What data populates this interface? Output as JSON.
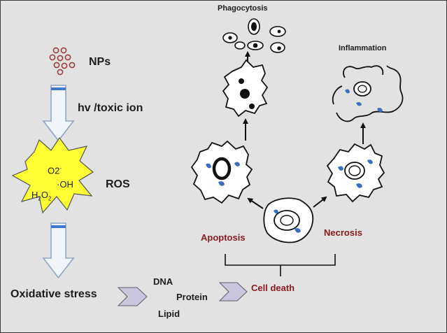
{
  "labels": {
    "nps": "NPs",
    "hv": "hv /toxic ion",
    "ros": "ROS",
    "o2": "O2",
    "o2_sup": "-",
    "oh": "·OH",
    "h2o2_h": "H",
    "h2o2_2a": "2",
    "h2o2_o": "O",
    "h2o2_2b": "2",
    "oxidative_stress": "Oxidative stress",
    "dna": "DNA",
    "protein": "Protein",
    "lipid": "Lipid",
    "cell_death": "Cell death",
    "apoptosis": "Apoptosis",
    "necrosis": "Necrosis",
    "phagocytosis": "Phagocytosis",
    "inflammation": "Inflammation"
  },
  "colors": {
    "background": "#e2e2e2",
    "dark_red": "#8b1a1a",
    "ros_burst": "#ffff33",
    "nucleus_blue": "#3a6fc0",
    "arrow_outline": "#8fa6c2",
    "arrow_band": "#3f78d0",
    "chevron_fill": "#c9c6de"
  }
}
